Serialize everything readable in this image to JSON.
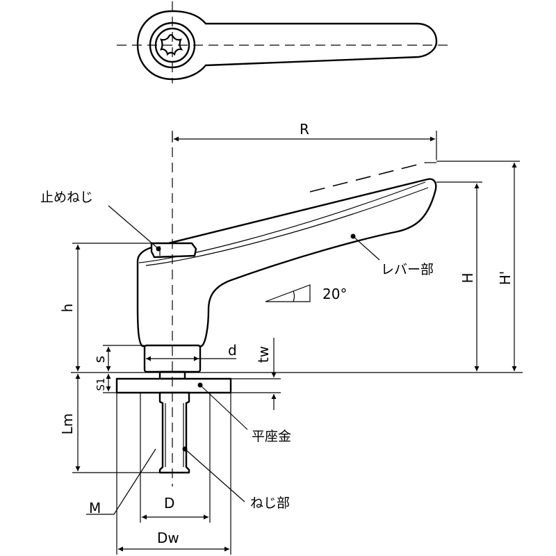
{
  "labels": {
    "set_screw": "止めねじ",
    "lever_part": "レバー部",
    "flat_washer": "平座金",
    "thread_part": "ねじ部",
    "angle": "20°"
  },
  "dimensions": {
    "R": "R",
    "h": "h",
    "s": "s",
    "s1": "S1",
    "Lm": "Lm",
    "d": "d",
    "tw": "tw",
    "H": "H",
    "H_prime": "H'",
    "M": "M",
    "D": "D",
    "Dw": "Dw"
  }
}
